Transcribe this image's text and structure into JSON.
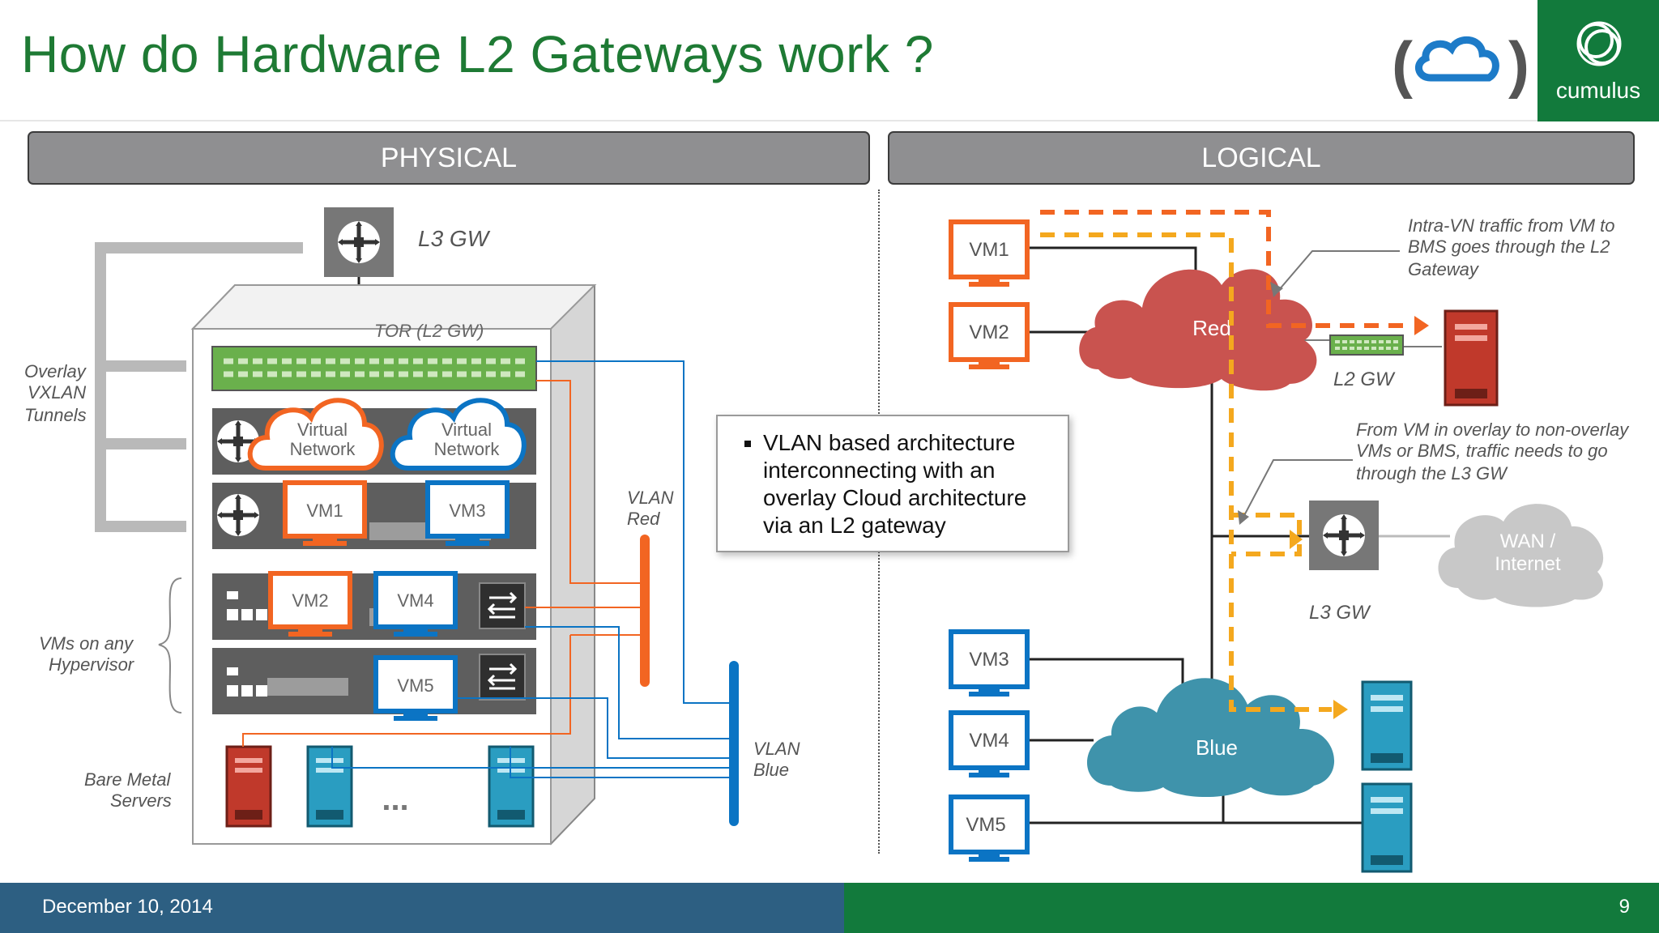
{
  "slide": {
    "title": "How do Hardware L2 Gateways work ?",
    "brand": "cumulus",
    "date": "December 10, 2014",
    "page_number": "9"
  },
  "physical": {
    "header": "PHYSICAL",
    "l3gw_label": "L3 GW",
    "tor_label": "TOR (L2 GW)",
    "overlay_label": [
      "Overlay",
      "VXLAN",
      "Tunnels"
    ],
    "vms_label": [
      "VMs on any",
      "Hypervisor"
    ],
    "bms_label": [
      "Bare Metal",
      "Servers"
    ],
    "vn1": [
      "Virtual",
      "Network"
    ],
    "vn2": [
      "Virtual",
      "Network"
    ],
    "vm1": "VM1",
    "vm2": "VM2",
    "vm3": "VM3",
    "vm4": "VM4",
    "vm5": "VM5",
    "vlan_red": [
      "VLAN",
      "Red"
    ],
    "vlan_blue": [
      "VLAN",
      "Blue"
    ],
    "ellipsis": "..."
  },
  "logical": {
    "header": "LOGICAL",
    "vm1": "VM1",
    "vm2": "VM2",
    "vm3": "VM3",
    "vm4": "VM4",
    "vm5": "VM5",
    "red_cloud": "Red",
    "blue_cloud": "Blue",
    "l2gw_label": "L2 GW",
    "l3gw_label": "L3 GW",
    "wan": [
      "WAN /",
      "Internet"
    ],
    "note1": [
      "Intra-VN traffic from VM to",
      "BMS goes through the L2",
      "Gateway"
    ],
    "note2": [
      "From VM in overlay to non-overlay",
      "VMs or BMS, traffic needs to go",
      "through the L3 GW"
    ]
  },
  "bullet": {
    "text": "VLAN based architecture interconnecting with an overlay Cloud architecture via an L2 gateway"
  },
  "colors": {
    "title_green": "#1e7a34",
    "orange": "#f26522",
    "blue": "#0b74c4",
    "red_server": "#c0392b",
    "blue_server": "#2a9dc1",
    "red_cloud": "#c9534f",
    "blue_cloud": "#3f93ab",
    "dashed_yellow": "#f4a81e",
    "footer_blue": "#2d5f82",
    "footer_green": "#127a3c"
  },
  "icons": [
    "cumulus-logo-icon",
    "cloud-logo-icon",
    "router-icon",
    "switch-icon",
    "server-icon",
    "monitor-icon"
  ]
}
